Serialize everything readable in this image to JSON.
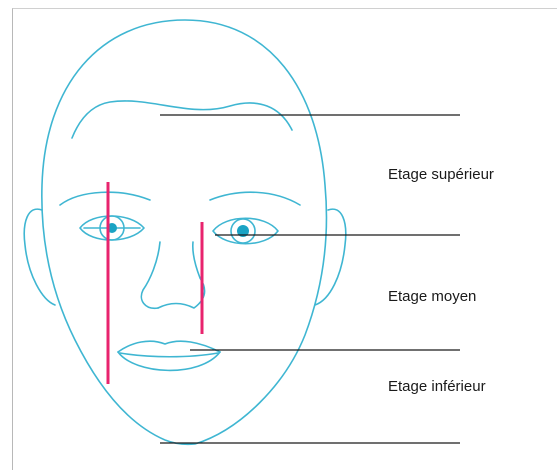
{
  "labels": {
    "upper": "Etage supérieur",
    "middle": "Etage moyen",
    "lower": "Etage inférieur"
  },
  "colors": {
    "outline": "#3fb6d2",
    "guide_line": "#1a1a1a",
    "measure_line": "#e8246e",
    "iris": "#1aa3c4"
  }
}
